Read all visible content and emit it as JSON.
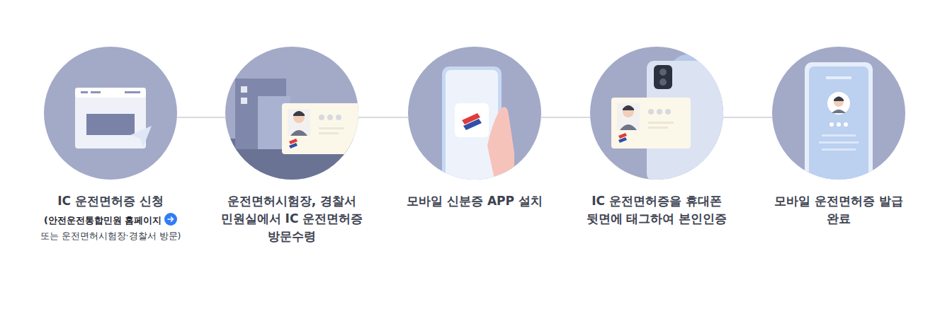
{
  "diagram": {
    "nodes": [
      {
        "text": [
          "IC 운전면허증 신청",
          "(안전운전통합민원 홈페이지",
          "또는 운전면허시험장·경찰서 방문)"
        ]
      },
      {
        "text": [
          "운전면허시험장, 경찰서 민원실에서 IC 운전면허증 방문수령"
        ]
      },
      {
        "text": [
          "모바일 신분증 APP 설치"
        ]
      },
      {
        "text": [
          "IC 운전면허증을 휴대폰 뒷면에 태그하여 본인인증"
        ]
      },
      {
        "text": [
          "모바일 운전면허증 발급 완료"
        ]
      }
    ],
    "edges": [
      {
        "from": 0,
        "to": 1,
        "arrow": "none"
      },
      {
        "from": 1,
        "to": 2,
        "arrow": "none"
      },
      {
        "from": 2,
        "to": 3,
        "arrow": "none"
      },
      {
        "from": 3,
        "to": 4,
        "arrow": "none"
      }
    ]
  }
}
